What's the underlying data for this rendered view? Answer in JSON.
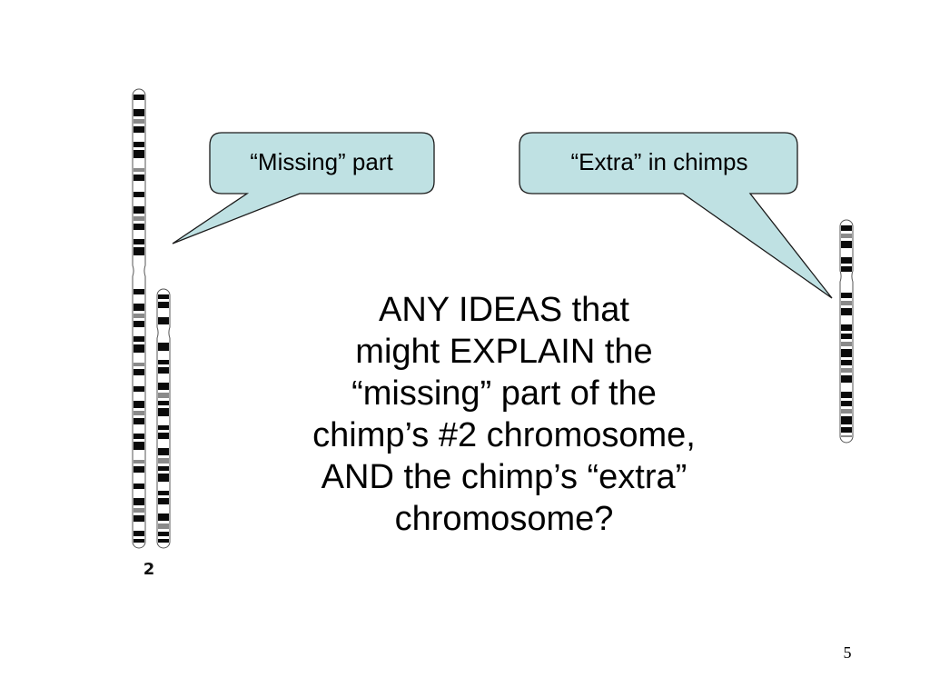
{
  "callouts": {
    "missing": "“Missing” part",
    "extra": "“Extra” in chimps"
  },
  "question": {
    "lines": [
      "ANY IDEAS that",
      "might EXPLAIN the",
      "“missing” part of the",
      "chimp’s #2 chromosome,",
      "AND the chimp’s “extra”",
      "chromosome?"
    ]
  },
  "chromosome_label": "2",
  "slide_number": "5",
  "colors": {
    "callout_fill": "#bfe1e3",
    "callout_stroke": "#1a1a1a",
    "band_dark": "#0a0a0a",
    "band_gray": "#8a8a8a"
  }
}
